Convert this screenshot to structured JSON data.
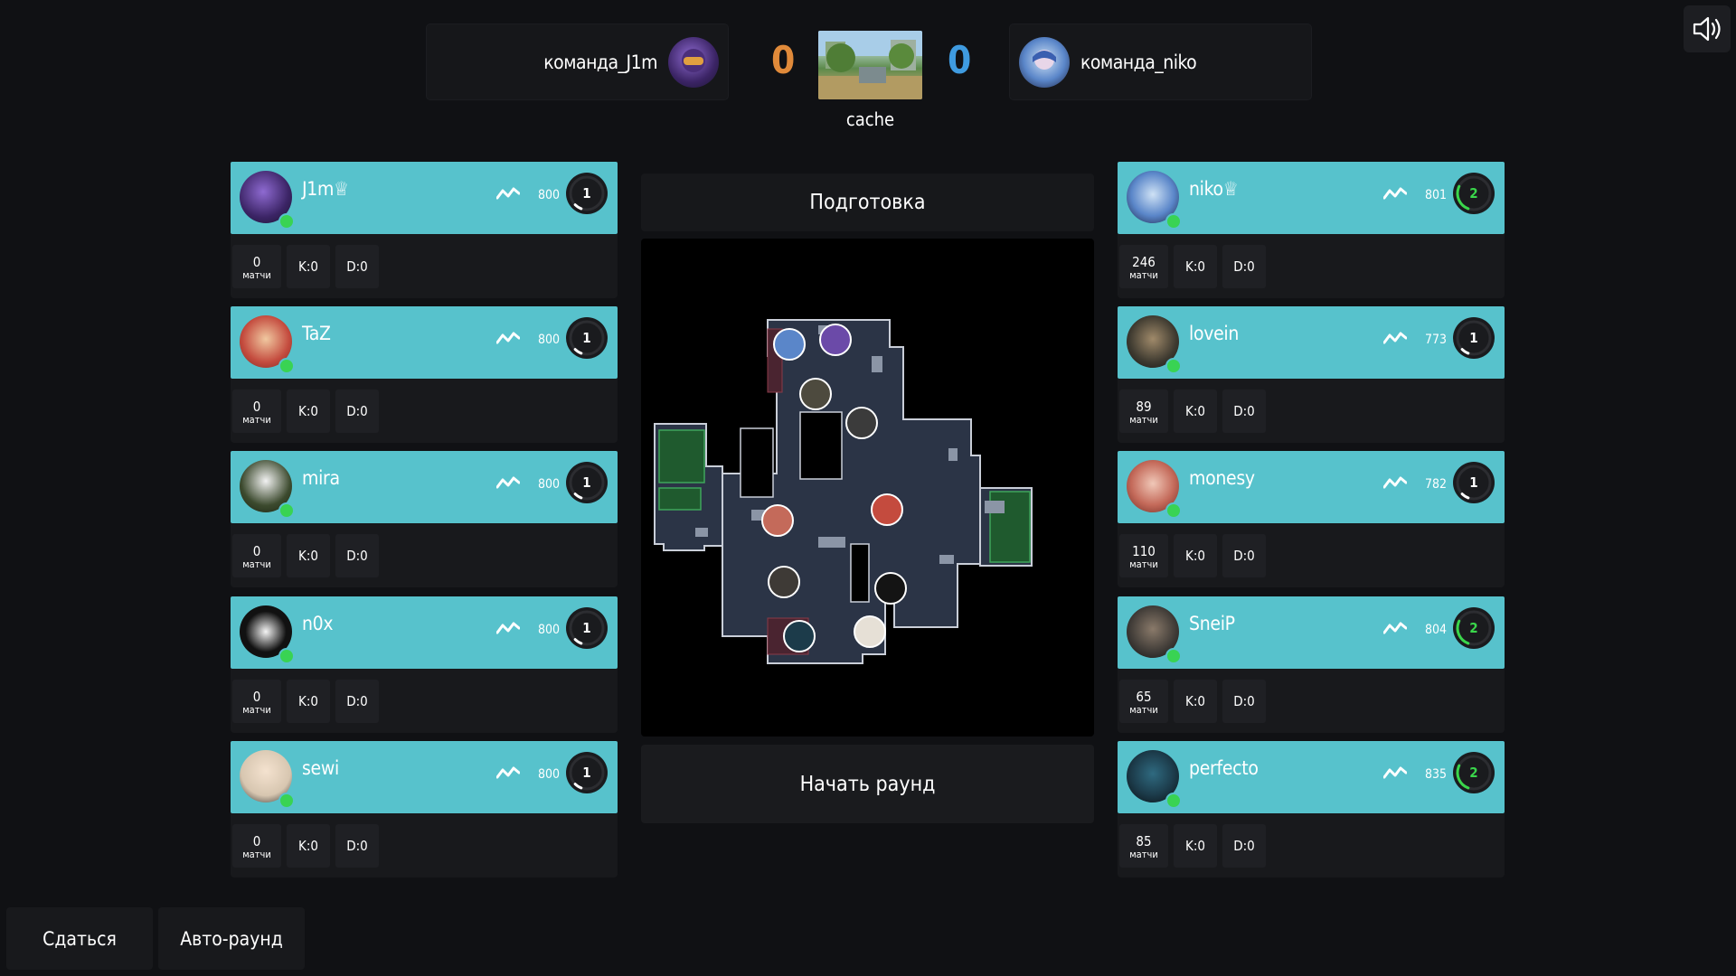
{
  "header": {
    "team_left": "команда_J1m",
    "team_right": "команда_niko",
    "score_left": "0",
    "score_right": "0",
    "map_name": "cache",
    "score_left_color": "#e08a3a",
    "score_right_color": "#3f9be0",
    "sound_icon": "speaker-icon"
  },
  "phase_label": "Подготовка",
  "start_round_label": "Начать раунд",
  "stat_labels": {
    "matches": "матчи"
  },
  "team_left": [
    {
      "name": "J1m♕",
      "elo": "800",
      "level": "1",
      "matches": "0",
      "kills": "K:0",
      "deaths": "D:0"
    },
    {
      "name": "TaZ",
      "elo": "800",
      "level": "1",
      "matches": "0",
      "kills": "K:0",
      "deaths": "D:0"
    },
    {
      "name": "mira",
      "elo": "800",
      "level": "1",
      "matches": "0",
      "kills": "K:0",
      "deaths": "D:0"
    },
    {
      "name": "n0x",
      "elo": "800",
      "level": "1",
      "matches": "0",
      "kills": "K:0",
      "deaths": "D:0"
    },
    {
      "name": "sewi",
      "elo": "800",
      "level": "1",
      "matches": "0",
      "kills": "K:0",
      "deaths": "D:0"
    }
  ],
  "team_right": [
    {
      "name": "niko♕",
      "elo": "801",
      "level": "2",
      "matches": "246",
      "kills": "K:0",
      "deaths": "D:0"
    },
    {
      "name": "lovein",
      "elo": "773",
      "level": "1",
      "matches": "89",
      "kills": "K:0",
      "deaths": "D:0"
    },
    {
      "name": "monesy",
      "elo": "782",
      "level": "1",
      "matches": "110",
      "kills": "K:0",
      "deaths": "D:0"
    },
    {
      "name": "SneiP",
      "elo": "804",
      "level": "2",
      "matches": "65",
      "kills": "K:0",
      "deaths": "D:0"
    },
    {
      "name": "perfecto",
      "elo": "835",
      "level": "2",
      "matches": "85",
      "kills": "K:0",
      "deaths": "D:0"
    }
  ],
  "footer": {
    "surrender_label": "Сдаться",
    "auto_round_label": "Авто-раунд"
  },
  "colors": {
    "card_bg": "#57c2cc",
    "online": "#39d353",
    "level_1": "#ffffff",
    "level_2": "#3ad64b"
  }
}
